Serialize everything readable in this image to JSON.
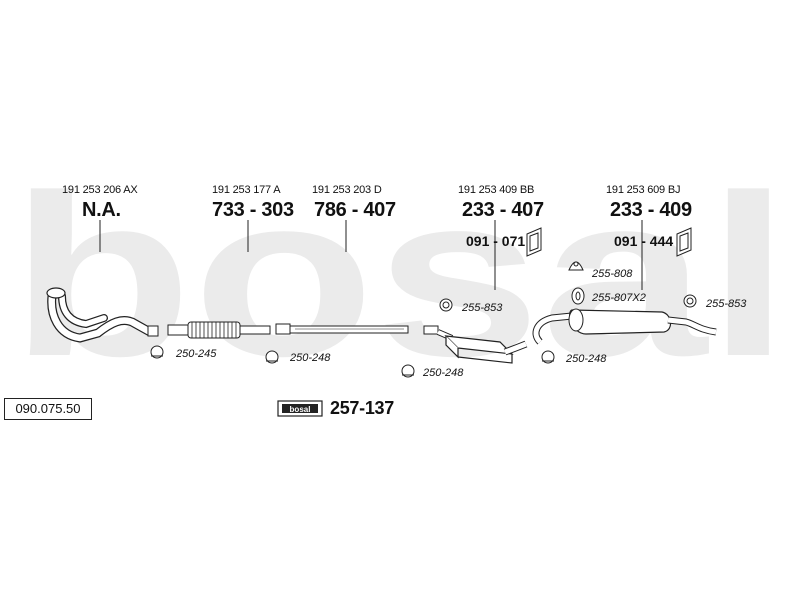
{
  "brand": {
    "watermark": "bosal",
    "logo_text": "bosal"
  },
  "diagram_number": "090.075.50",
  "parts": [
    {
      "oem": "191 253 206 AX",
      "number": "N.A."
    },
    {
      "oem": "191 253 177 A",
      "number": "733 - 303"
    },
    {
      "oem": "191 253 203 D",
      "number": "786 - 407"
    },
    {
      "oem": "191 253 409 BB",
      "number": "233 - 407",
      "mount": "091 - 071"
    },
    {
      "oem": "191 253 609 BJ",
      "number": "233 - 409",
      "mount": "091 - 444"
    }
  ],
  "clamps": [
    "250-245",
    "250-248",
    "250-248",
    "250-248",
    "255-853",
    "255-808",
    "255-807X2",
    "255-853"
  ],
  "kit": {
    "number": "257-137"
  },
  "colors": {
    "watermark": "#ebebeb",
    "line": "#222222",
    "part_fill": "#ffffff"
  }
}
